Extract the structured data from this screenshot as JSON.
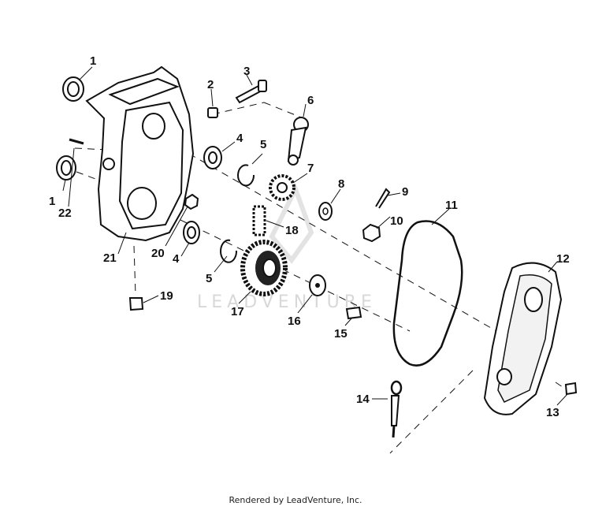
{
  "diagram": {
    "callouts": [
      "1",
      "2",
      "3",
      "6",
      "4",
      "5",
      "7",
      "8",
      "9",
      "1",
      "22",
      "11",
      "10",
      "18",
      "12",
      "21",
      "20",
      "4",
      "5",
      "19",
      "17",
      "16",
      "15",
      "14",
      "13"
    ]
  },
  "watermark": "LEADVENTURE",
  "footer": "Rendered by LeadVenture, Inc."
}
